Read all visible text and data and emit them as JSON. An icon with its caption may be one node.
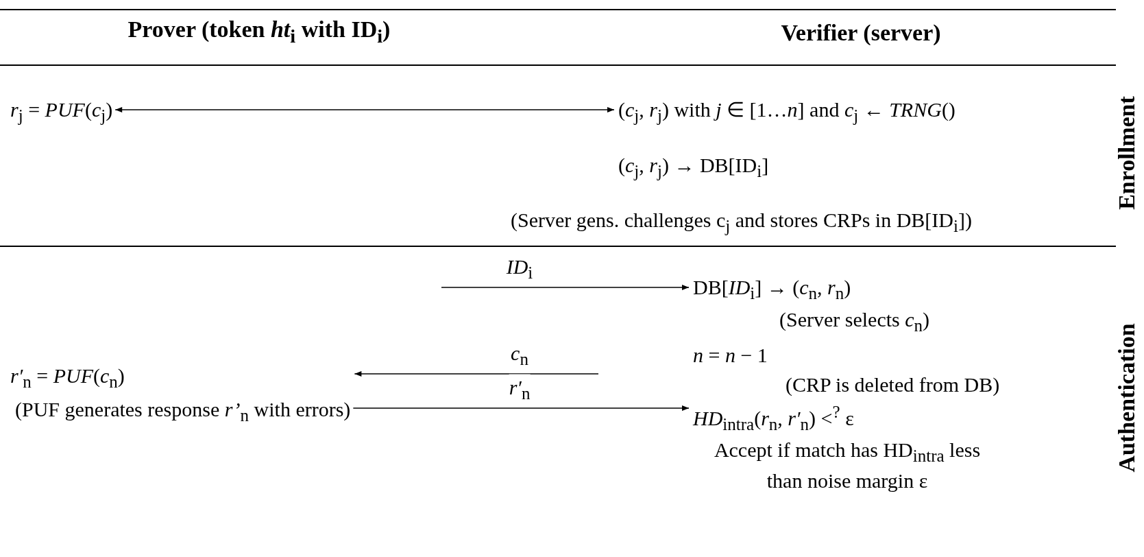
{
  "diagram": {
    "nodes": [
      {
        "text": [
          "*r*$_{j}$ = *PUF*(*c*$_{j}$)"
        ]
      },
      {
        "text": [
          "(*c*$_{j}$, *r*$_{j}$) with *j* ∈ [1…*n*] and *c*$_{j}$ ← *TRNG*()"
        ]
      },
      {
        "text": [
          "DB[*ID*$_{i}$] → (*c*$_{n}$, *r*$_{n}$)"
        ],
        "beside": [
          "(Server selects *c*$_{n}$)"
        ]
      },
      {
        "text": [
          "*r′*$_{n}$ = *PUF*(*c*$_{n}$)"
        ],
        "beside": [
          "(PUF generates response *r’*$_{n}$ with errors)"
        ]
      },
      {
        "text": [
          "*HD*$_{intra}$(*r*$_{n}$, *r′*$_{n}$) <$^{?}$ ε"
        ],
        "beside": [
          "Accept if match has HD$_{intra}$ less than noise margin ε"
        ]
      }
    ],
    "edges": [
      {
        "from": 0,
        "to": 1,
        "arrow": "both"
      },
      {
        "from": null,
        "to": 2,
        "arrow": "to",
        "label": "*ID*$_{i}$"
      },
      {
        "from": null,
        "to": 3,
        "arrow": "to",
        "label": "*c*$_{n}$"
      },
      {
        "from": 3,
        "to": 4,
        "arrow": "to",
        "label": "*r′*$_{n}$"
      }
    ],
    "labels": [
      "Prover (token *ht*$_{i}$ with ID$_{i}$)",
      "Verifier (server)",
      "(*c*$_{j}$, *r*$_{j}$) → DB[ID$_{i}$]",
      "(Server gens. challenges c$_{j}$ and stores CRPs in DB[ID$_{i}$])",
      "Enrollment",
      "*n* = *n* − 1",
      "(CRP is deleted from DB)",
      "Authentication"
    ]
  }
}
